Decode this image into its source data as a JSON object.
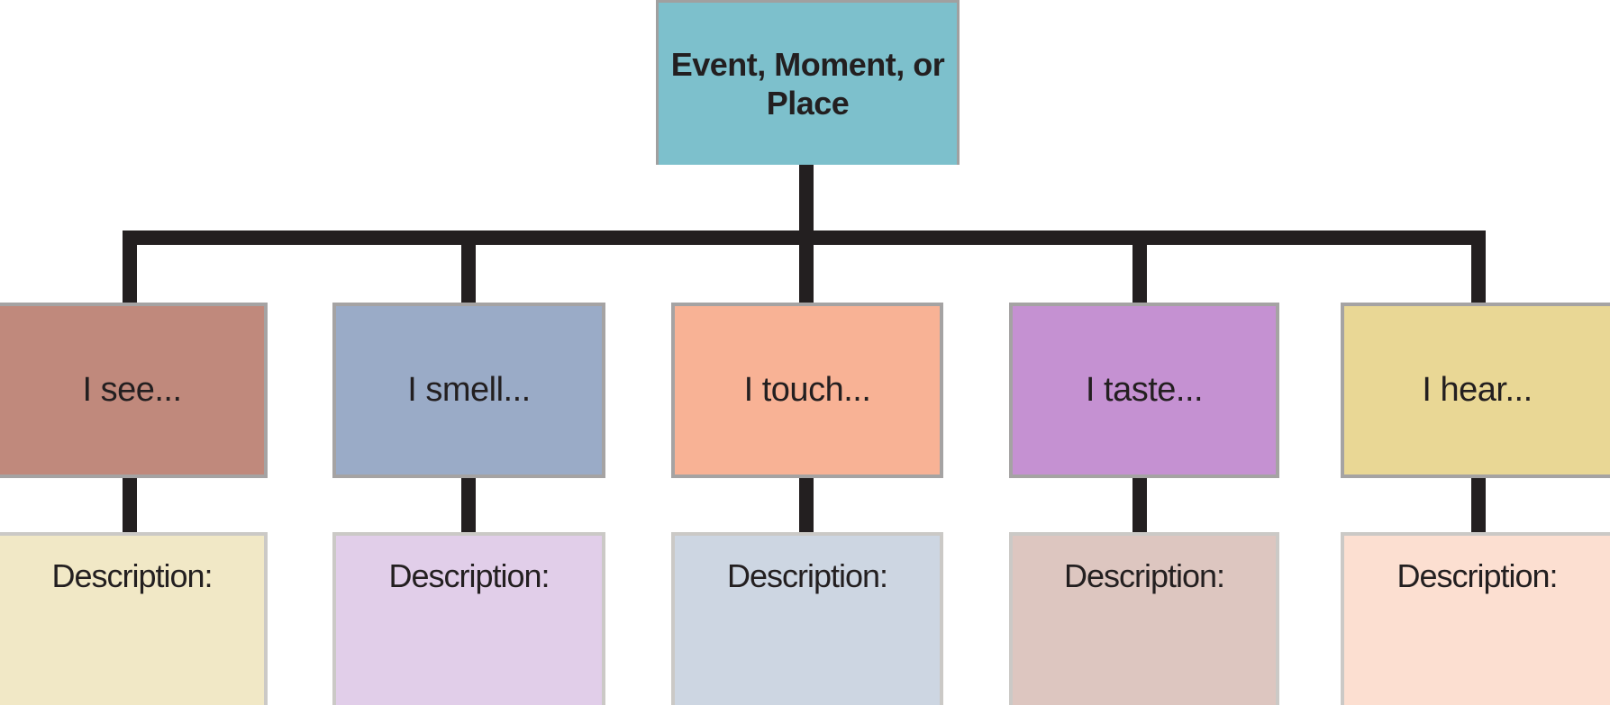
{
  "diagram": {
    "root": {
      "label": "Event, Moment, or Place",
      "color": "#7dc0cc"
    },
    "senses": [
      {
        "label": "I see...",
        "color": "#c0897c",
        "description_label": "Description:",
        "description_color": "#f1e8c6"
      },
      {
        "label": "I smell...",
        "color": "#9aabc7",
        "description_label": "Description:",
        "description_color": "#e1cee9"
      },
      {
        "label": "I touch...",
        "color": "#f8b295",
        "description_label": "Description:",
        "description_color": "#cdd6e2"
      },
      {
        "label": "I taste...",
        "color": "#c591d2",
        "description_label": "Description:",
        "description_color": "#ddc6c0"
      },
      {
        "label": "I hear...",
        "color": "#e9d795",
        "description_label": "Description:",
        "description_color": "#fcdfd1"
      }
    ],
    "line_color": "#231f20",
    "text_color": "#231f20"
  }
}
